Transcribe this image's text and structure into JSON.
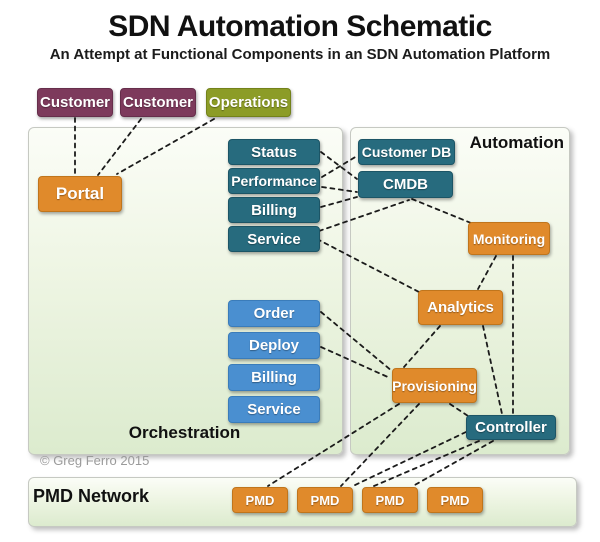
{
  "header": {
    "title": "SDN Automation Schematic",
    "subtitle": "An Attempt at Functional Components in an SDN Automation Platform"
  },
  "actors": {
    "customer1": "Customer",
    "customer2": "Customer",
    "operations": "Operations",
    "portal": "Portal"
  },
  "orchestration": {
    "panel_label": "Orchestration",
    "service_stack": [
      "Status",
      "Performance",
      "Billing",
      "Service"
    ],
    "order_stack": [
      "Order",
      "Deploy",
      "Billing",
      "Service"
    ]
  },
  "automation": {
    "panel_label": "Automation",
    "customer_db": "Customer DB",
    "cmdb": "CMDB",
    "monitoring": "Monitoring",
    "analytics": "Analytics",
    "provisioning": "Provisioning",
    "controller": "Controller"
  },
  "pmd": {
    "panel_label": "PMD Network",
    "nodes": [
      "PMD",
      "PMD",
      "PMD",
      "PMD"
    ]
  },
  "footer": {
    "copyright": "© Greg Ferro 2015"
  },
  "colors": {
    "teal": "#276B7E",
    "blue": "#4A8FD0",
    "orange": "#E08A2B",
    "purple": "#7D3A5C",
    "olive": "#8C9C27",
    "line": "#1b1b1b"
  },
  "connections": [
    {
      "from": "customer-1",
      "to": "portal"
    },
    {
      "from": "customer-2",
      "to": "portal"
    },
    {
      "from": "operations",
      "to": "portal"
    },
    {
      "from": "status",
      "to": "cmdb"
    },
    {
      "from": "performance",
      "to": "customer-db"
    },
    {
      "from": "performance",
      "to": "cmdb"
    },
    {
      "from": "billing-top",
      "to": "cmdb"
    },
    {
      "from": "service-top",
      "to": "cmdb"
    },
    {
      "from": "cmdb",
      "to": "monitoring"
    },
    {
      "from": "service-top",
      "to": "analytics"
    },
    {
      "from": "monitoring",
      "to": "analytics"
    },
    {
      "from": "monitoring",
      "to": "controller"
    },
    {
      "from": "order",
      "to": "provisioning"
    },
    {
      "from": "deploy",
      "to": "provisioning"
    },
    {
      "from": "analytics",
      "to": "provisioning"
    },
    {
      "from": "analytics",
      "to": "controller"
    },
    {
      "from": "provisioning",
      "to": "controller"
    },
    {
      "from": "provisioning",
      "to": "pmd-1"
    },
    {
      "from": "provisioning",
      "to": "pmd-2"
    },
    {
      "from": "controller",
      "to": "pmd-2"
    },
    {
      "from": "controller",
      "to": "pmd-3"
    },
    {
      "from": "controller",
      "to": "pmd-3"
    }
  ]
}
